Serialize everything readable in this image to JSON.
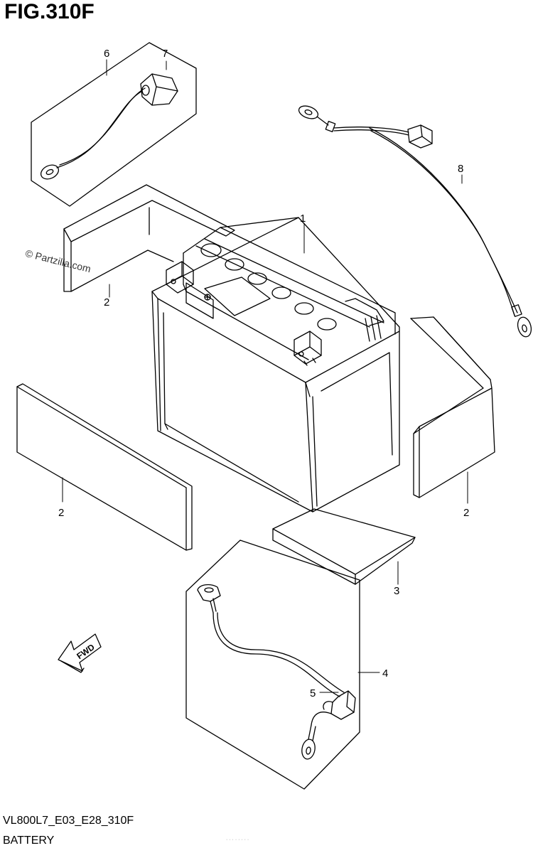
{
  "figure": {
    "title": "FIG.310F",
    "code": "VL800L7_E03_E28_310F",
    "caption": "BATTERY",
    "watermark": "© Partzilla.com",
    "footer_note": "· · · · · · · ·"
  },
  "callouts": [
    {
      "id": "c1",
      "label": "1"
    },
    {
      "id": "c2a",
      "label": "2"
    },
    {
      "id": "c2b",
      "label": "2"
    },
    {
      "id": "c2c",
      "label": "2"
    },
    {
      "id": "c3",
      "label": "3"
    },
    {
      "id": "c4",
      "label": "4"
    },
    {
      "id": "c5",
      "label": "5"
    },
    {
      "id": "c6",
      "label": "6"
    },
    {
      "id": "c7",
      "label": "7"
    },
    {
      "id": "c8",
      "label": "8"
    }
  ],
  "direction_marker": {
    "label": "FWD"
  }
}
